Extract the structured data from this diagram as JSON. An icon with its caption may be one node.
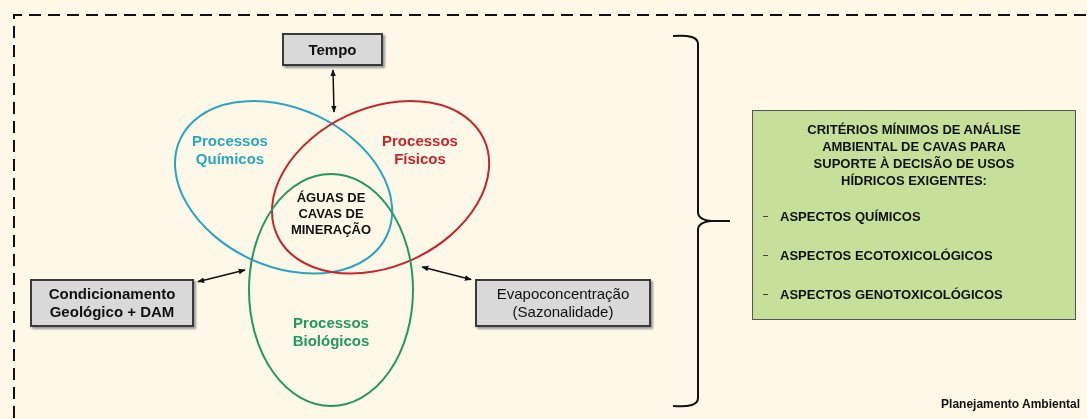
{
  "diagram": {
    "nodes": [
      {
        "text": [
          "Tempo"
        ]
      },
      {
        "text": [
          "Processos Químicos"
        ]
      },
      {
        "text": [
          "Processos Físicos"
        ]
      },
      {
        "text": [
          "Processos Biológicos"
        ]
      },
      {
        "text": [
          "Condicionamento Geológico + DAM"
        ]
      },
      {
        "text": [
          "Evapoconcentração (Sazonalidade)"
        ]
      },
      {
        "text": [
          "CRITÉRIOS MÍNIMOS DE ANÁLISE AMBIENTAL DE CAVAS PARA SUPORTE À DECISÃO DE USOS HÍDRICOS EXIGENTES:",
          "ASPECTOS QUÍMICOS",
          "ASPECTOS ECOTOXICOLÓGICOS",
          "ASPECTOS GENOTOXICOLÓGICOS"
        ]
      }
    ],
    "edges": [
      {
        "from": 0,
        "to": 1,
        "arrow": "both"
      },
      {
        "from": 4,
        "to": 1,
        "arrow": "both"
      },
      {
        "from": 5,
        "to": 2,
        "arrow": "both"
      }
    ],
    "labels": [
      "ÁGUAS DE CAVAS DE MINERAÇÃO",
      "Planejamento Ambiental"
    ]
  }
}
